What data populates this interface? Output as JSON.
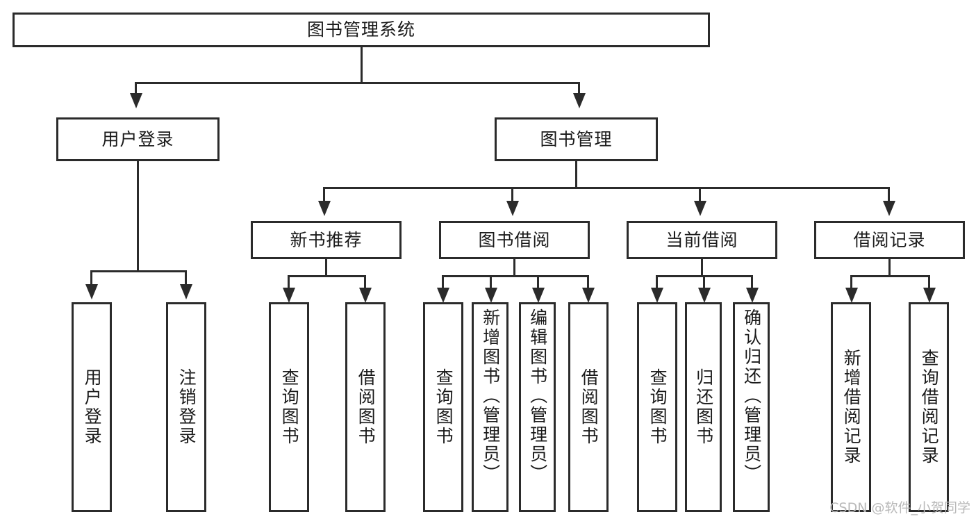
{
  "diagram": {
    "type": "tree-hierarchy",
    "title": "图书管理系统",
    "orientation": "top-down",
    "watermark": "CSDN @软件_小贺同学",
    "colors": {
      "stroke": "#2b2b2b",
      "fill": "#ffffff",
      "text": "#1a1a1a",
      "watermark": "#b9b9b9"
    }
  },
  "root": {
    "label": "图书管理系统"
  },
  "level2": [
    {
      "id": "user-login",
      "label": "用户登录"
    },
    {
      "id": "book-management",
      "label": "图书管理"
    }
  ],
  "level3": [
    {
      "id": "new-book-recommend",
      "label": "新书推荐"
    },
    {
      "id": "book-borrow",
      "label": "图书借阅"
    },
    {
      "id": "current-borrow",
      "label": "当前借阅"
    },
    {
      "id": "borrow-record",
      "label": "借阅记录"
    }
  ],
  "leaves": {
    "user_login": [
      {
        "id": "leaf-user-login",
        "label": "用户登录"
      },
      {
        "id": "leaf-logout-login",
        "label": "注销登录"
      }
    ],
    "new_book_recommend": [
      {
        "id": "leaf-query-book-1",
        "label": "查询图书"
      },
      {
        "id": "leaf-borrow-book-1",
        "label": "借阅图书"
      }
    ],
    "book_borrow": [
      {
        "id": "leaf-query-book-2",
        "label": "查询图书"
      },
      {
        "id": "leaf-add-book",
        "label": "新增图书（管理员）"
      },
      {
        "id": "leaf-edit-book",
        "label": "编辑图书（管理员）"
      },
      {
        "id": "leaf-borrow-book-2",
        "label": "借阅图书"
      }
    ],
    "current_borrow": [
      {
        "id": "leaf-query-book-3",
        "label": "查询图书"
      },
      {
        "id": "leaf-return-book",
        "label": "归还图书"
      },
      {
        "id": "leaf-confirm-return",
        "label": "确认归还（管理员）"
      }
    ],
    "borrow_record": [
      {
        "id": "leaf-add-record",
        "label": "新增借阅记录"
      },
      {
        "id": "leaf-query-record",
        "label": "查询借阅记录"
      }
    ]
  }
}
